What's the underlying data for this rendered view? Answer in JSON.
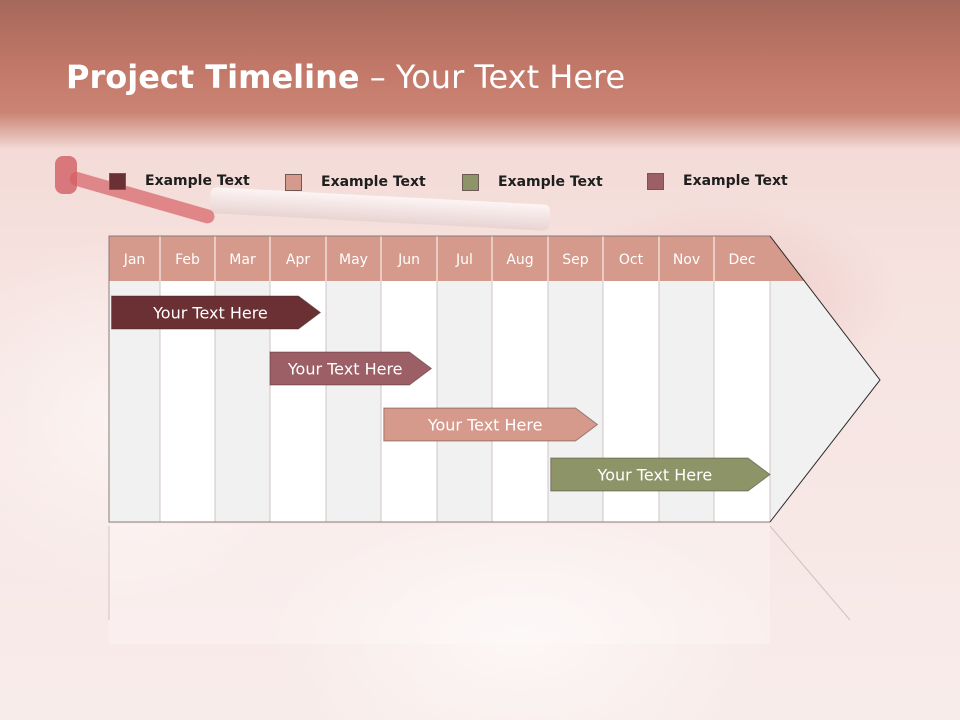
{
  "slide": {
    "title_bold": "Project Timeline",
    "title_rest": " – Your Text Here"
  },
  "legend": [
    {
      "label": "Example Text",
      "color": "#6b3034"
    },
    {
      "label": "Example Text",
      "color": "#d59a8b"
    },
    {
      "label": "Example Text",
      "color": "#8c9468"
    },
    {
      "label": "Example Text",
      "color": "#9c5f65"
    }
  ],
  "chart_data": {
    "type": "gantt",
    "categories": [
      "Jan",
      "Feb",
      "Mar",
      "Apr",
      "May",
      "Jun",
      "Jul",
      "Aug",
      "Sep",
      "Oct",
      "Nov",
      "Dec"
    ],
    "tasks": [
      {
        "label": "Your  Text Here",
        "start": 0.05,
        "end": 3.9,
        "color": "#6b3034",
        "row": 0
      },
      {
        "label": "Your  Text Here",
        "start": 3.0,
        "end": 5.9,
        "color": "#9c5f65",
        "row": 1
      },
      {
        "label": "Your  Text Here",
        "start": 5.05,
        "end": 8.9,
        "color": "#d59a8b",
        "row": 2
      },
      {
        "label": "Your  Text Here",
        "start": 8.05,
        "end": 12.0,
        "color": "#8c9468",
        "row": 3
      }
    ],
    "colors": {
      "header": "#d59a8b",
      "column_light": "#f1f1f1",
      "column_white": "#ffffff",
      "border": "#8c7a78"
    }
  }
}
